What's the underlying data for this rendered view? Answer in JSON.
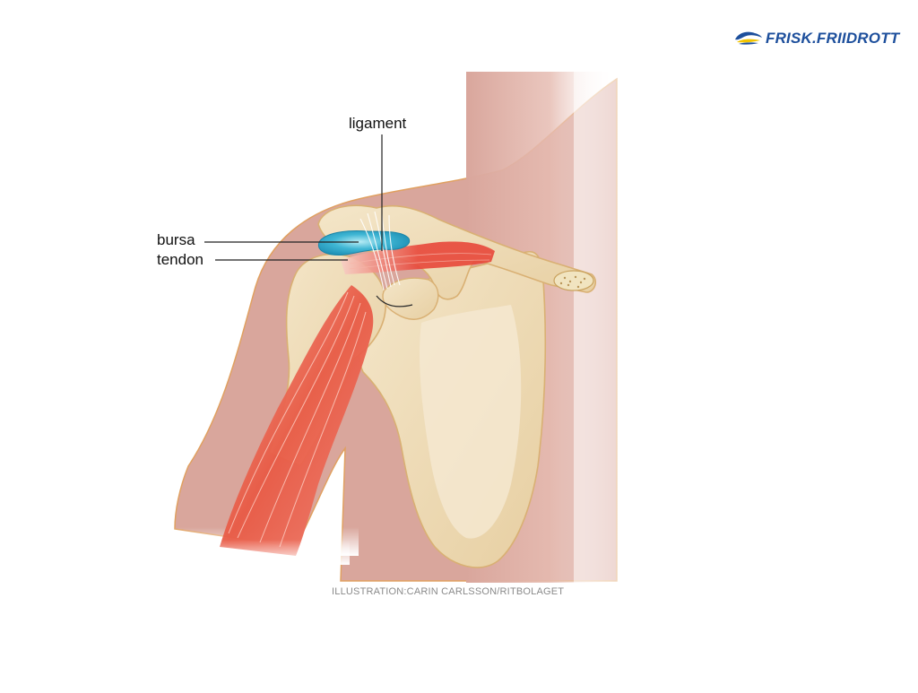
{
  "brand": {
    "name": "FRISK.FRIIDROTT",
    "primary_color": "#1d4f9c",
    "accent_color": "#f2c400"
  },
  "labels": {
    "ligament": "ligament",
    "bursa": "bursa",
    "tendon": "tendon"
  },
  "credit": "ILLUSTRATION:CARIN CARLSSON/RITBOLAGET",
  "colors": {
    "skin": "#d9a69c",
    "bone": "#efdcb8",
    "bone_outline": "#d9b073",
    "muscle": "#e85a45",
    "bursa": "#29a6c9"
  }
}
